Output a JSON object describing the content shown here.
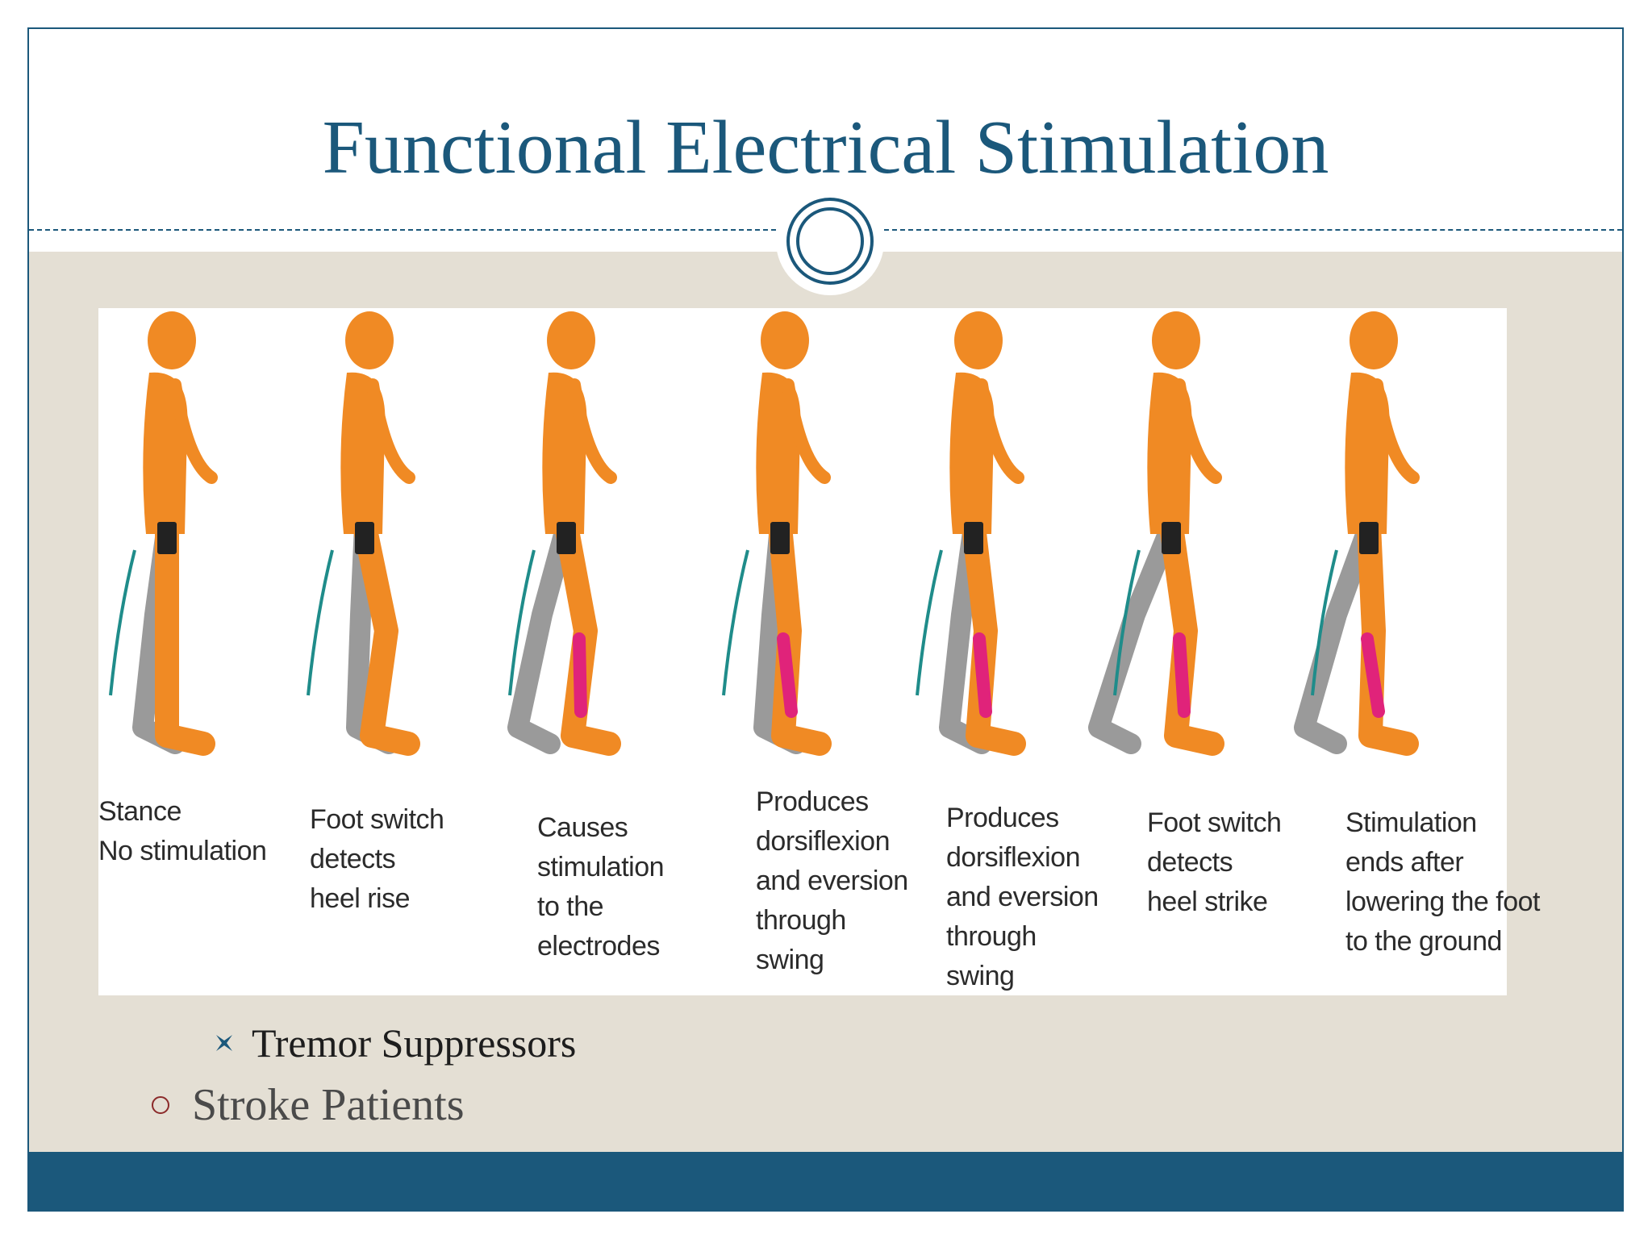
{
  "slide": {
    "title": "Functional Electrical Stimulation"
  },
  "figure": {
    "stages": [
      {
        "lines": [
          "Stance",
          "No stimulation"
        ]
      },
      {
        "lines": [
          "Foot switch",
          "detects",
          "heel rise"
        ]
      },
      {
        "lines": [
          "Causes",
          "stimulation",
          "to the",
          "electrodes"
        ]
      },
      {
        "lines": [
          "Produces",
          "dorsiflexion",
          "and eversion",
          "through",
          "swing"
        ]
      },
      {
        "lines": [
          "Produces",
          "dorsiflexion",
          "and eversion",
          "through",
          "swing"
        ]
      },
      {
        "lines": [
          "Foot switch",
          "detects",
          "heel strike"
        ]
      },
      {
        "lines": [
          "Stimulation",
          "ends after",
          "lowering the foot",
          "to the ground"
        ]
      }
    ]
  },
  "bullets": {
    "sub": {
      "icon": "star-bullet-icon",
      "text": "Tremor Suppressors"
    },
    "main": {
      "icon": "ring-bullet-icon",
      "text": "Stroke Patients"
    }
  },
  "colors": {
    "accent": "#1b587b",
    "content_background": "#e4dfd4",
    "skin": "#f08a24",
    "other_leg": "#9a9a9a",
    "muscle": "#e0237a",
    "arrow": "#1f8c8a"
  }
}
